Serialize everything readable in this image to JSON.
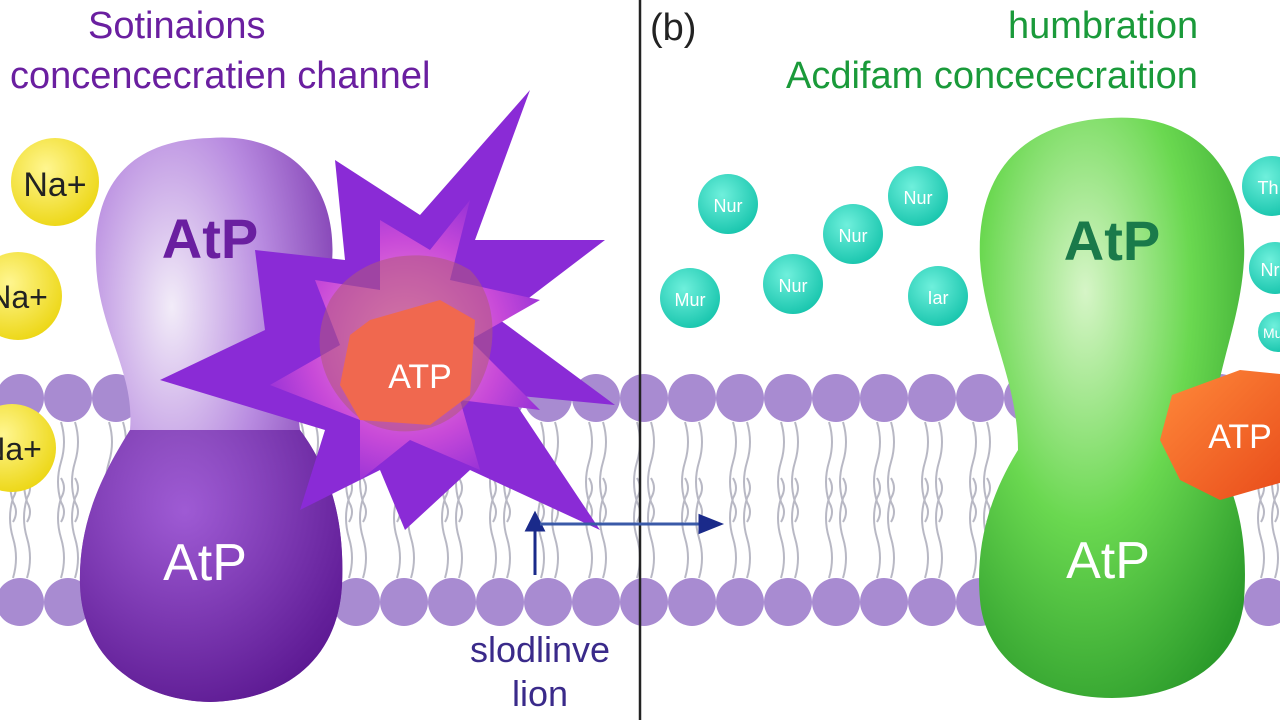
{
  "panel_a": {
    "title_line1": "Sotinaions",
    "title_line2": "concencecratien channel",
    "protein_top_label": "AtP",
    "protein_bottom_label": "AtP",
    "atp_chunk_label": "ATP",
    "ions": [
      "Na+",
      "Na+",
      "Na+"
    ],
    "bottom_label_line1": "slodlinve",
    "bottom_label_line2": "lion"
  },
  "panel_b": {
    "panel_label": "(b)",
    "title_line1": "humbration",
    "title_line2": "Acdifam concececraition",
    "protein_top_label": "AtP",
    "protein_bottom_label": "AtP",
    "atp_chunk_label": "ATP",
    "ions": [
      "Nur",
      "Nur",
      "Nur",
      "Nur",
      "Mur",
      "Mur",
      "Iar",
      "Th",
      "Nr"
    ]
  },
  "colors": {
    "purple_protein": "#7a2eb5",
    "green_protein": "#4cc13a",
    "membrane_head": "#a88bd1",
    "sodium_ion": "#f2e21e",
    "teal_ion": "#21d0b8",
    "atp_chunk": "#f0684f",
    "burst": "#8a2bd6"
  }
}
